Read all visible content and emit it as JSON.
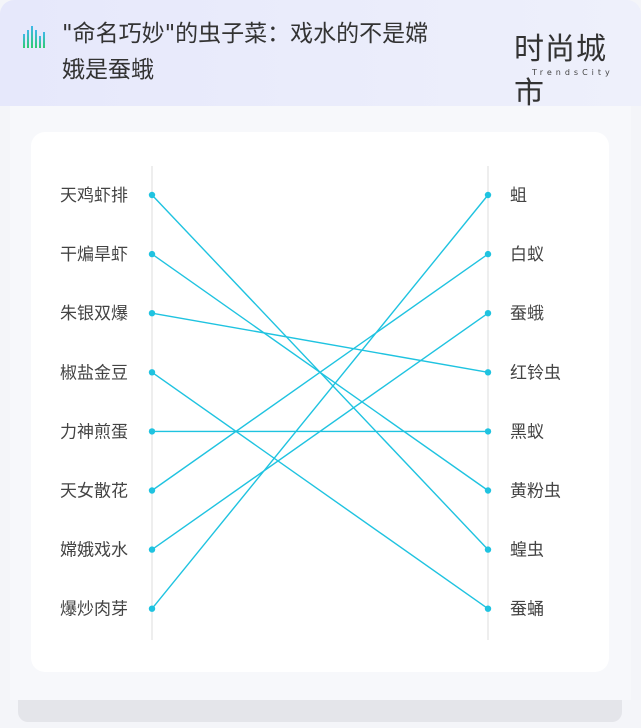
{
  "header": {
    "title": "\"命名巧妙\"的虫子菜：戏水的不是嫦娥是蚕蛾",
    "logo_cn": "时尚城市",
    "logo_en": "TrendsCity"
  },
  "diagram": {
    "type": "bipartite-matching",
    "line_color": "#1fc3e0",
    "left": [
      "天鸡虾排",
      "干煸旱虾",
      "朱银双爆",
      "椒盐金豆",
      "力神煎蛋",
      "天女散花",
      "嫦娥戏水",
      "爆炒肉芽"
    ],
    "right": [
      "蛆",
      "白蚁",
      "蚕蛾",
      "红铃虫",
      "黑蚁",
      "黄粉虫",
      "蝗虫",
      "蚕蛹"
    ],
    "links": [
      {
        "from": "天鸡虾排",
        "to": "蝗虫"
      },
      {
        "from": "干煸旱虾",
        "to": "黄粉虫"
      },
      {
        "from": "朱银双爆",
        "to": "红铃虫"
      },
      {
        "from": "椒盐金豆",
        "to": "蚕蛹"
      },
      {
        "from": "力神煎蛋",
        "to": "黑蚁"
      },
      {
        "from": "天女散花",
        "to": "白蚁"
      },
      {
        "from": "嫦娥戏水",
        "to": "蚕蛾"
      },
      {
        "from": "爆炒肉芽",
        "to": "蛆"
      }
    ]
  }
}
